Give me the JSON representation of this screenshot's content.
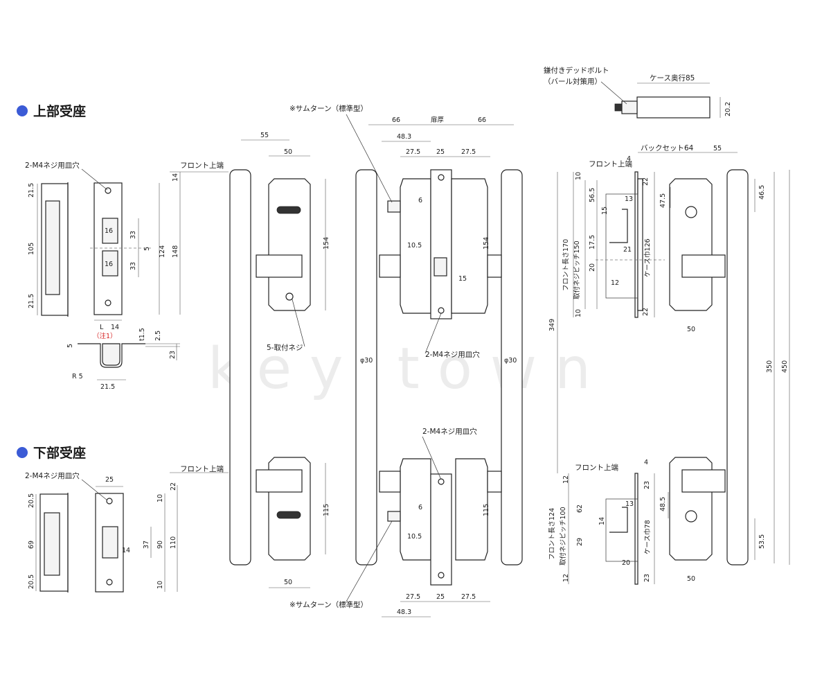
{
  "headings": {
    "upper": "上部受座",
    "lower": "下部受座"
  },
  "bullet_color": "#3b5bd6",
  "note_color": "#d62020",
  "watermark": "key town",
  "labels": {
    "screw_hole_2m4": "2-M4ネジ用皿穴",
    "front_top": "フロント上端",
    "thumb_turn": "※サムターン（標準型）",
    "door_thickness": "扉厚",
    "mounting_screw": "5-取付ネジ",
    "note1": "（注1）",
    "deadbolt_line1": "鎌付きデッドボルト",
    "deadbolt_line2": "（バール対策用）",
    "case_depth": "ケース奥行85",
    "backset": "バックセット64",
    "front_len_170": "フロント長さ170",
    "screw_pitch_150": "取付ネジピッチ150",
    "case_width_126": "ケース巾126",
    "front_len_124": "フロント長さ124",
    "screw_pitch_100": "取付ネジピッチ100",
    "case_width_78": "ケース巾78",
    "case": "ケース",
    "phi30": "φ30",
    "r5": "R 5",
    "L": "L",
    "t15": "t1.5"
  },
  "dims": {
    "upper_plate": [
      "21.5",
      "105",
      "21.5",
      "16",
      "16",
      "33",
      "33",
      "5",
      "124",
      "148",
      "14"
    ],
    "upper_section": [
      "5",
      "2.5",
      "23",
      "21.5"
    ],
    "lower_plate": [
      "20.5",
      "69",
      "20.5",
      "25",
      "14",
      "37",
      "90",
      "110",
      "10",
      "10",
      "22"
    ],
    "front_handle": [
      "55",
      "50",
      "154",
      "115",
      "50",
      "14"
    ],
    "side": [
      "66",
      "66",
      "48.3",
      "27.5",
      "25",
      "27.5",
      "6",
      "10.5",
      "15",
      "154",
      "115",
      "6",
      "10.5",
      "27.5",
      "25",
      "27.5",
      "48.3"
    ],
    "right_upper": [
      "4",
      "55",
      "10",
      "56.5",
      "15",
      "20",
      "17.5",
      "10",
      "22",
      "47.5",
      "13",
      "21",
      "12",
      "22",
      "46.5",
      "50"
    ],
    "right_lower": [
      "4",
      "12",
      "62",
      "14",
      "29",
      "12",
      "23",
      "48.5",
      "13",
      "20",
      "23",
      "53.5",
      "50"
    ],
    "right_overall": [
      "349",
      "350",
      "450"
    ],
    "case_height": "20.2"
  }
}
